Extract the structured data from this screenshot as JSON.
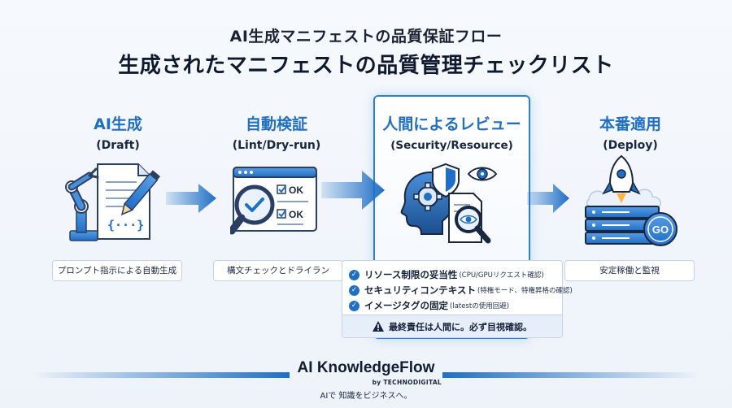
{
  "header": {
    "title": "AI生成マニフェストの品質保証フロー",
    "subtitle": "生成されたマニフェストの品質管理チェックリスト"
  },
  "stages": [
    {
      "name": "AI生成",
      "sub": "(Draft)",
      "caption": "プロンプト指示による自動生成",
      "icon": "robot-arm-document-icon"
    },
    {
      "name": "自動検証",
      "sub": "(Lint/Dry-run)",
      "caption": "構文チェックとドライラン",
      "icon": "magnifier-check-icon",
      "ok_labels": [
        "OK",
        "OK"
      ]
    },
    {
      "name": "人間によるレビュー",
      "sub": "(Security/Resource)",
      "icon": "human-review-icon"
    },
    {
      "name": "本番適用",
      "sub": "(Deploy)",
      "caption": "安定稼働と監視",
      "icon": "rocket-server-icon",
      "go_label": "GO"
    }
  ],
  "review_checklist": {
    "items": [
      {
        "main": "リソース制限の妥当性",
        "note": "(CPU/GPUリクエスト確認)"
      },
      {
        "main": "セキュリティコンテキスト",
        "note": "(特権モード、特権昇格の確認)"
      },
      {
        "main": "イメージタグの固定",
        "note": "(latestの使用回避)"
      }
    ],
    "warning": "最終責任は人間に。必ず目視確認。"
  },
  "footer": {
    "brand": "AI KnowledgeFlow",
    "by": "by TECHNODIGITAL",
    "tagline": "AIで 知識をビジネスへ。"
  },
  "colors": {
    "accent": "#1f6fc5",
    "dark": "#15233f",
    "light": "#eef3fa"
  }
}
